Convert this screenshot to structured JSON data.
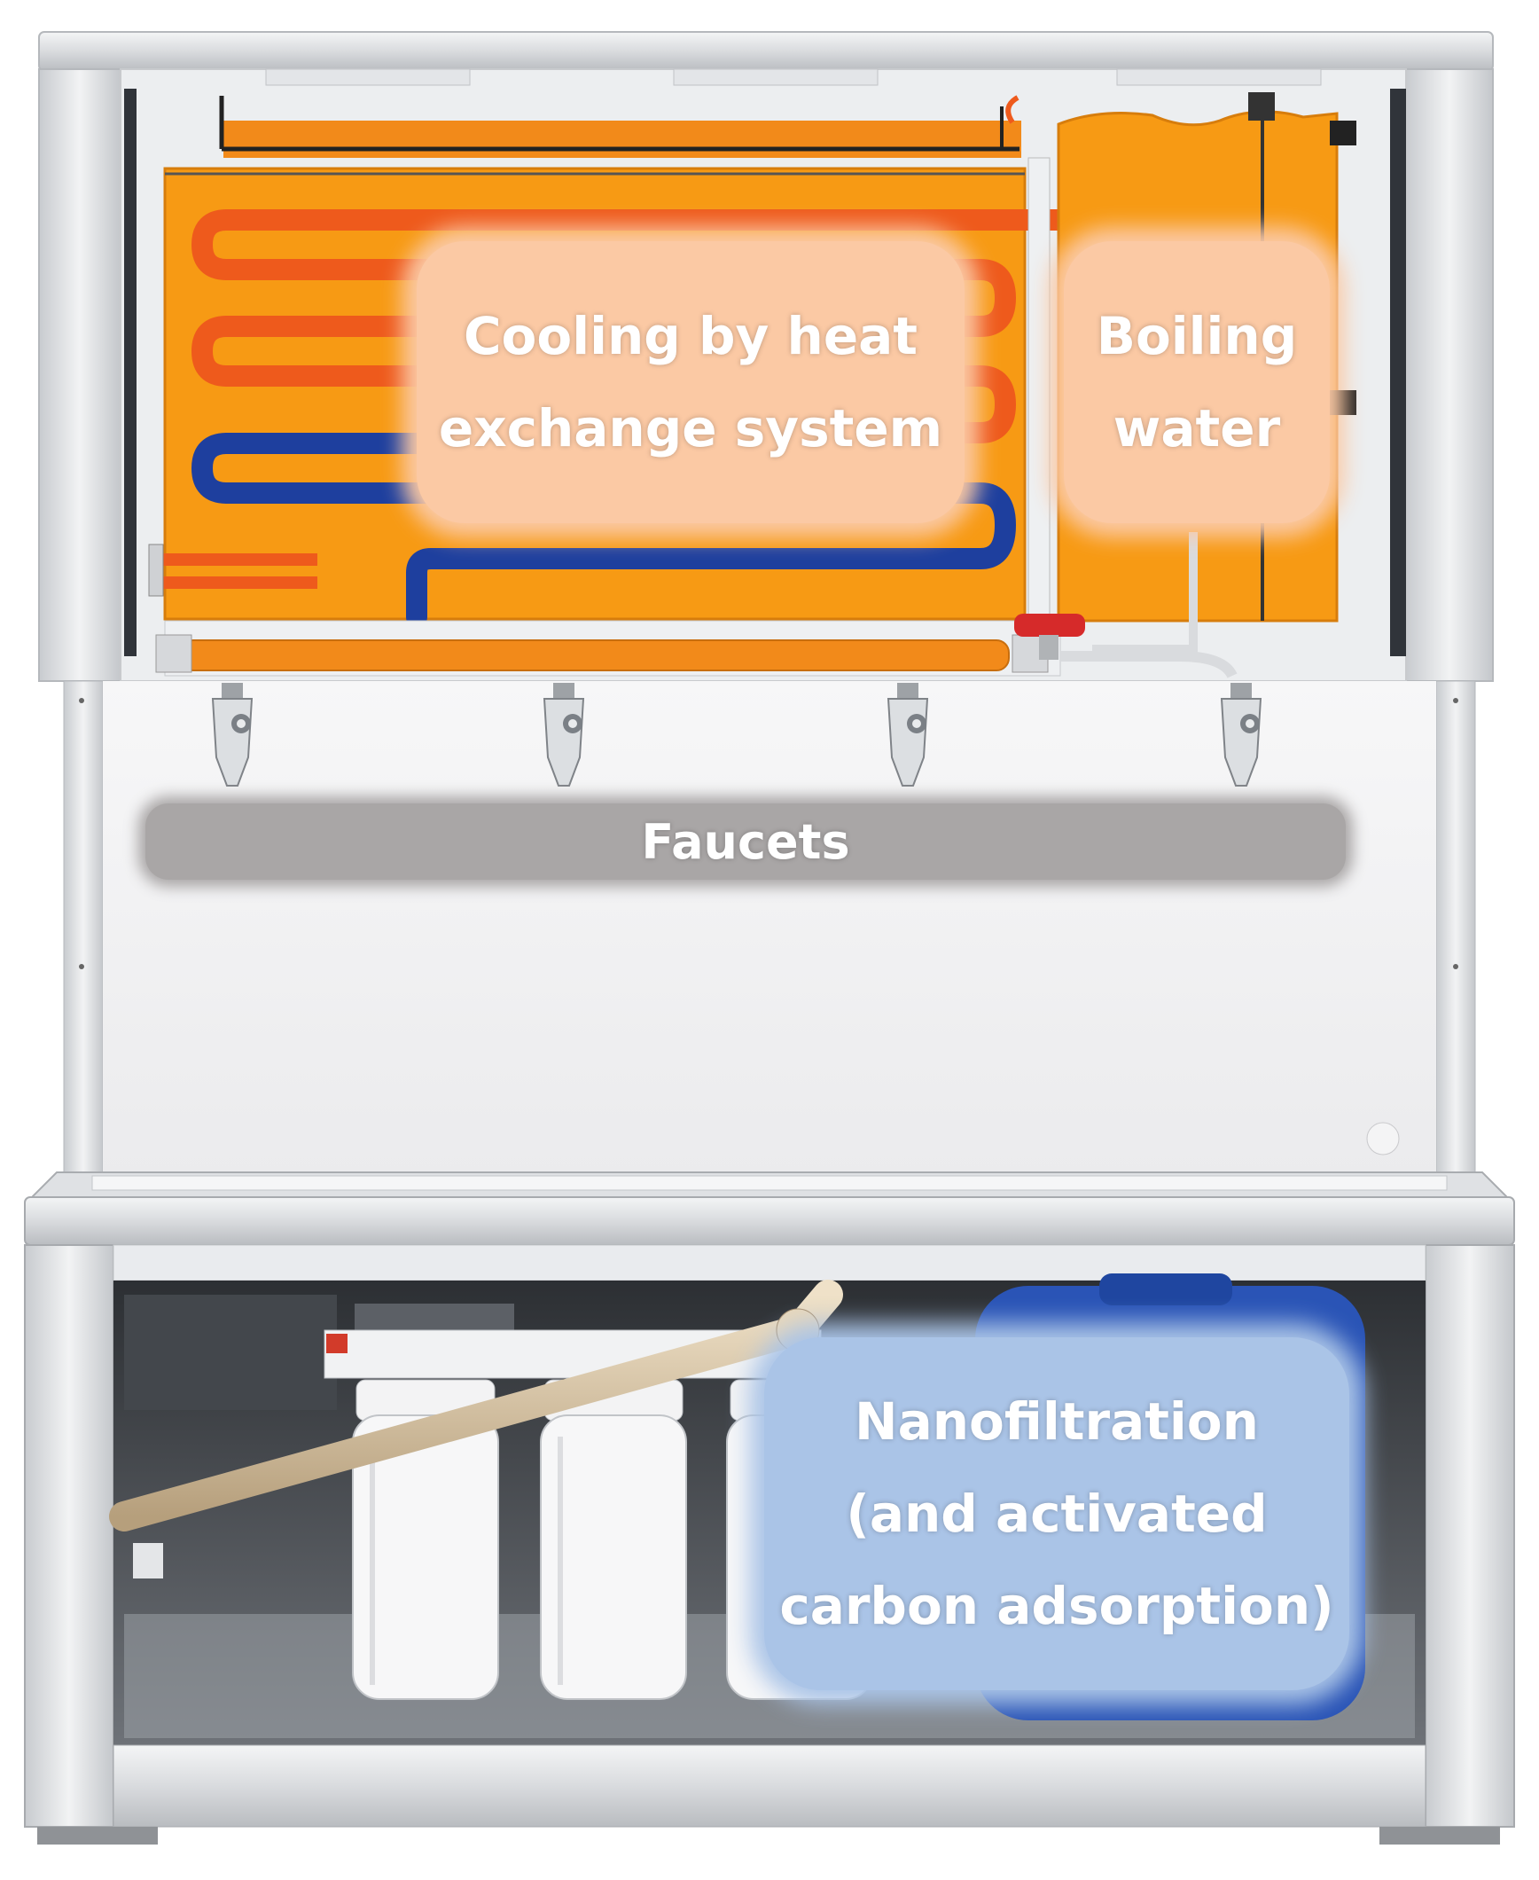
{
  "labels": {
    "cooling": {
      "line1": "Cooling by heat",
      "line2": "exchange system"
    },
    "boiling": {
      "line1": "Boiling",
      "line2": "water"
    },
    "faucets": "Faucets",
    "nanofiltration": {
      "line1": "Nanofiltration",
      "line2": "(and activated",
      "line3": "carbon adsorption)"
    }
  },
  "colors": {
    "tank_orange": "#f79a14",
    "hot_pipe": "#ee5a1c",
    "cold_pipe": "#1e3f9e",
    "steel": "#d7d9dc",
    "cooling_label_bg": "#fbc9a4",
    "faucets_label_bg": "#a9a6a6",
    "filtration_label_bg": "#aac4e7"
  },
  "faucet_count": 4,
  "filter_cartridge_count": 3
}
